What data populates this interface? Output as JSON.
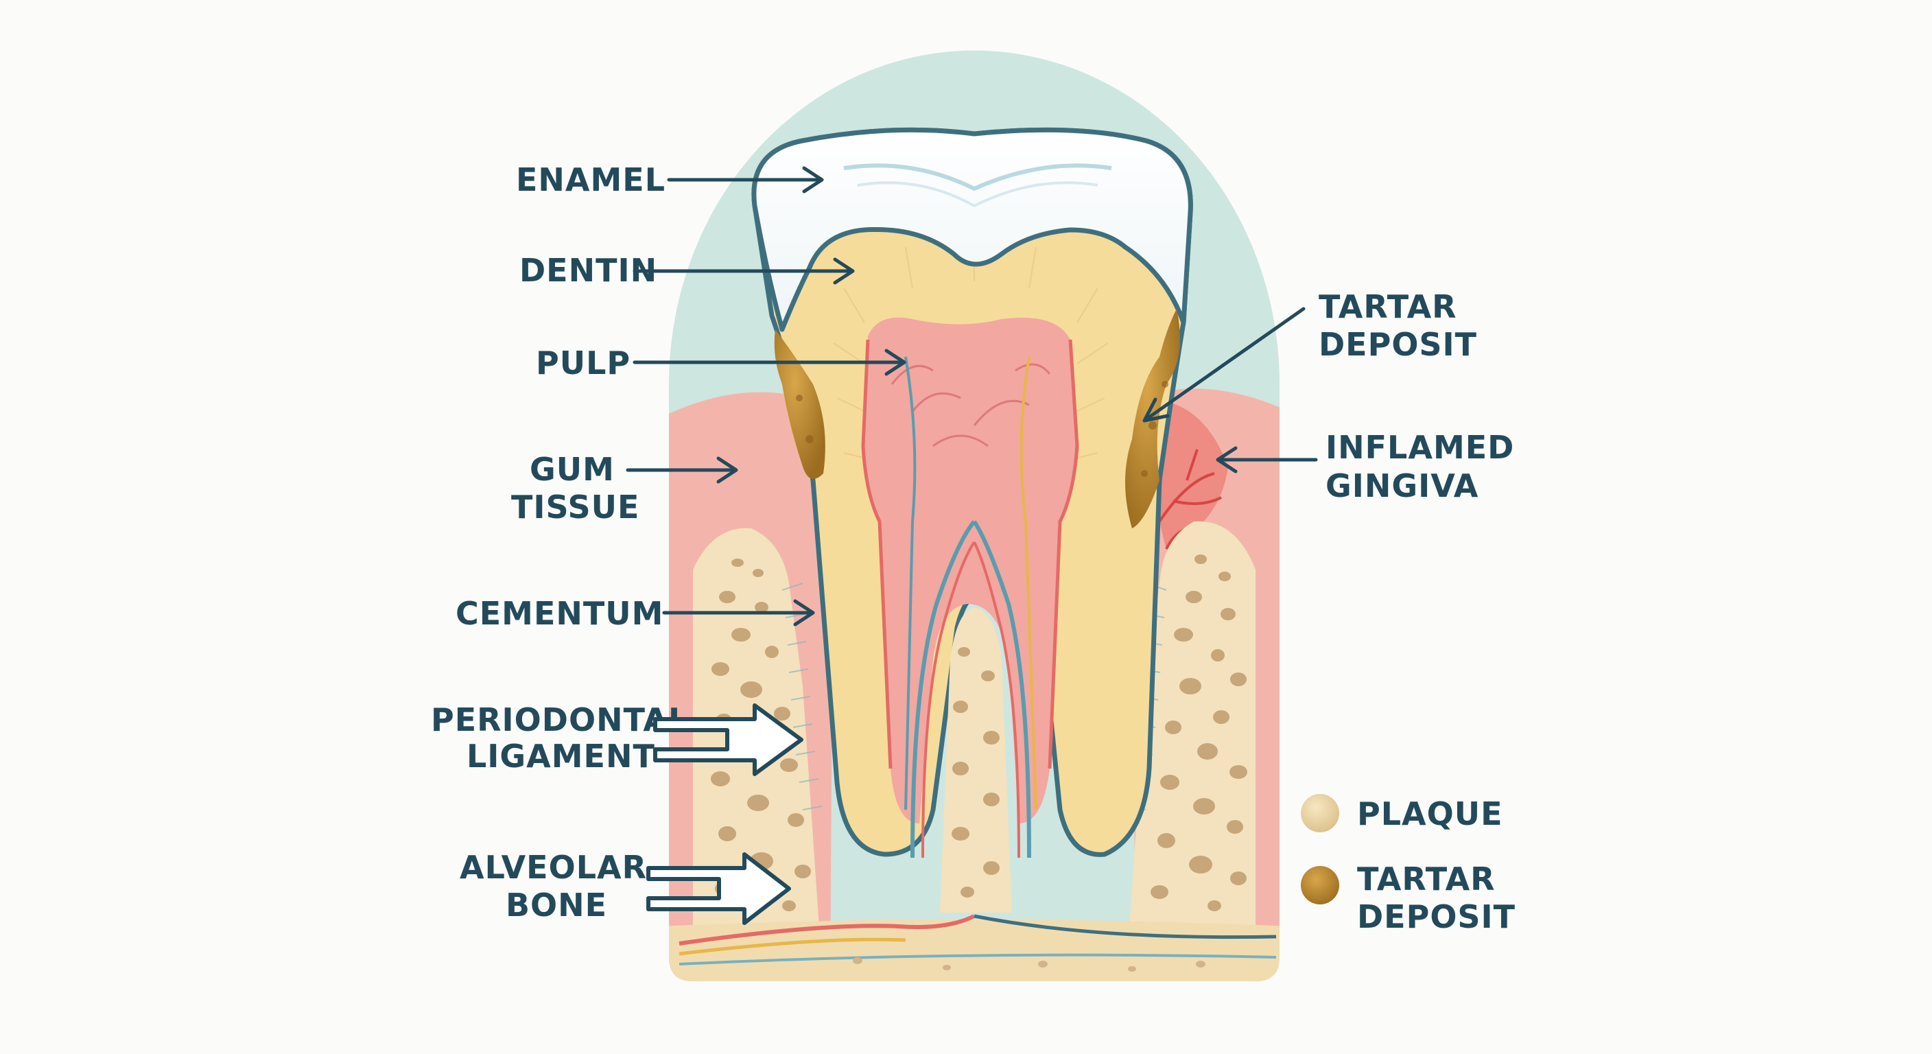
{
  "labels": {
    "enamel": "ENAMEL",
    "dentin": "DENTIN",
    "pulp": "PULP",
    "gum_line1": "GUM",
    "gum_line2": "TISSUE",
    "cementum": "CEMENTUM",
    "periodontal_line1": "PERIODONTAL",
    "periodontal_line2": "LIGAMENT",
    "alveolar_line1": "ALVEOLAR",
    "alveolar_line2": "BONE",
    "tartar_line1": "TARTAR",
    "tartar_line2": "DEPOSIT",
    "inflamed_line1": "INFLAMED",
    "inflamed_line2": "GINGIVA"
  },
  "legend": {
    "items": [
      {
        "label": "PLAQUE",
        "color": "#ecd6a4"
      },
      {
        "label_line1": "TARTAR",
        "label_line2": "DEPOSIT",
        "color": "#b9862f"
      }
    ]
  },
  "colors": {
    "label_text": "#234a5b",
    "background_arch": "#cde6e0",
    "gum": "#f3b5ab",
    "bone": "#f3e2bd",
    "dentin": "#f5dc9a",
    "pulp": "#f2a7a1",
    "enamel": "#ffffff",
    "cementum_outline": "#3e6f7f",
    "tartar": "#b89a3c",
    "inflamed": "#e8595a"
  }
}
